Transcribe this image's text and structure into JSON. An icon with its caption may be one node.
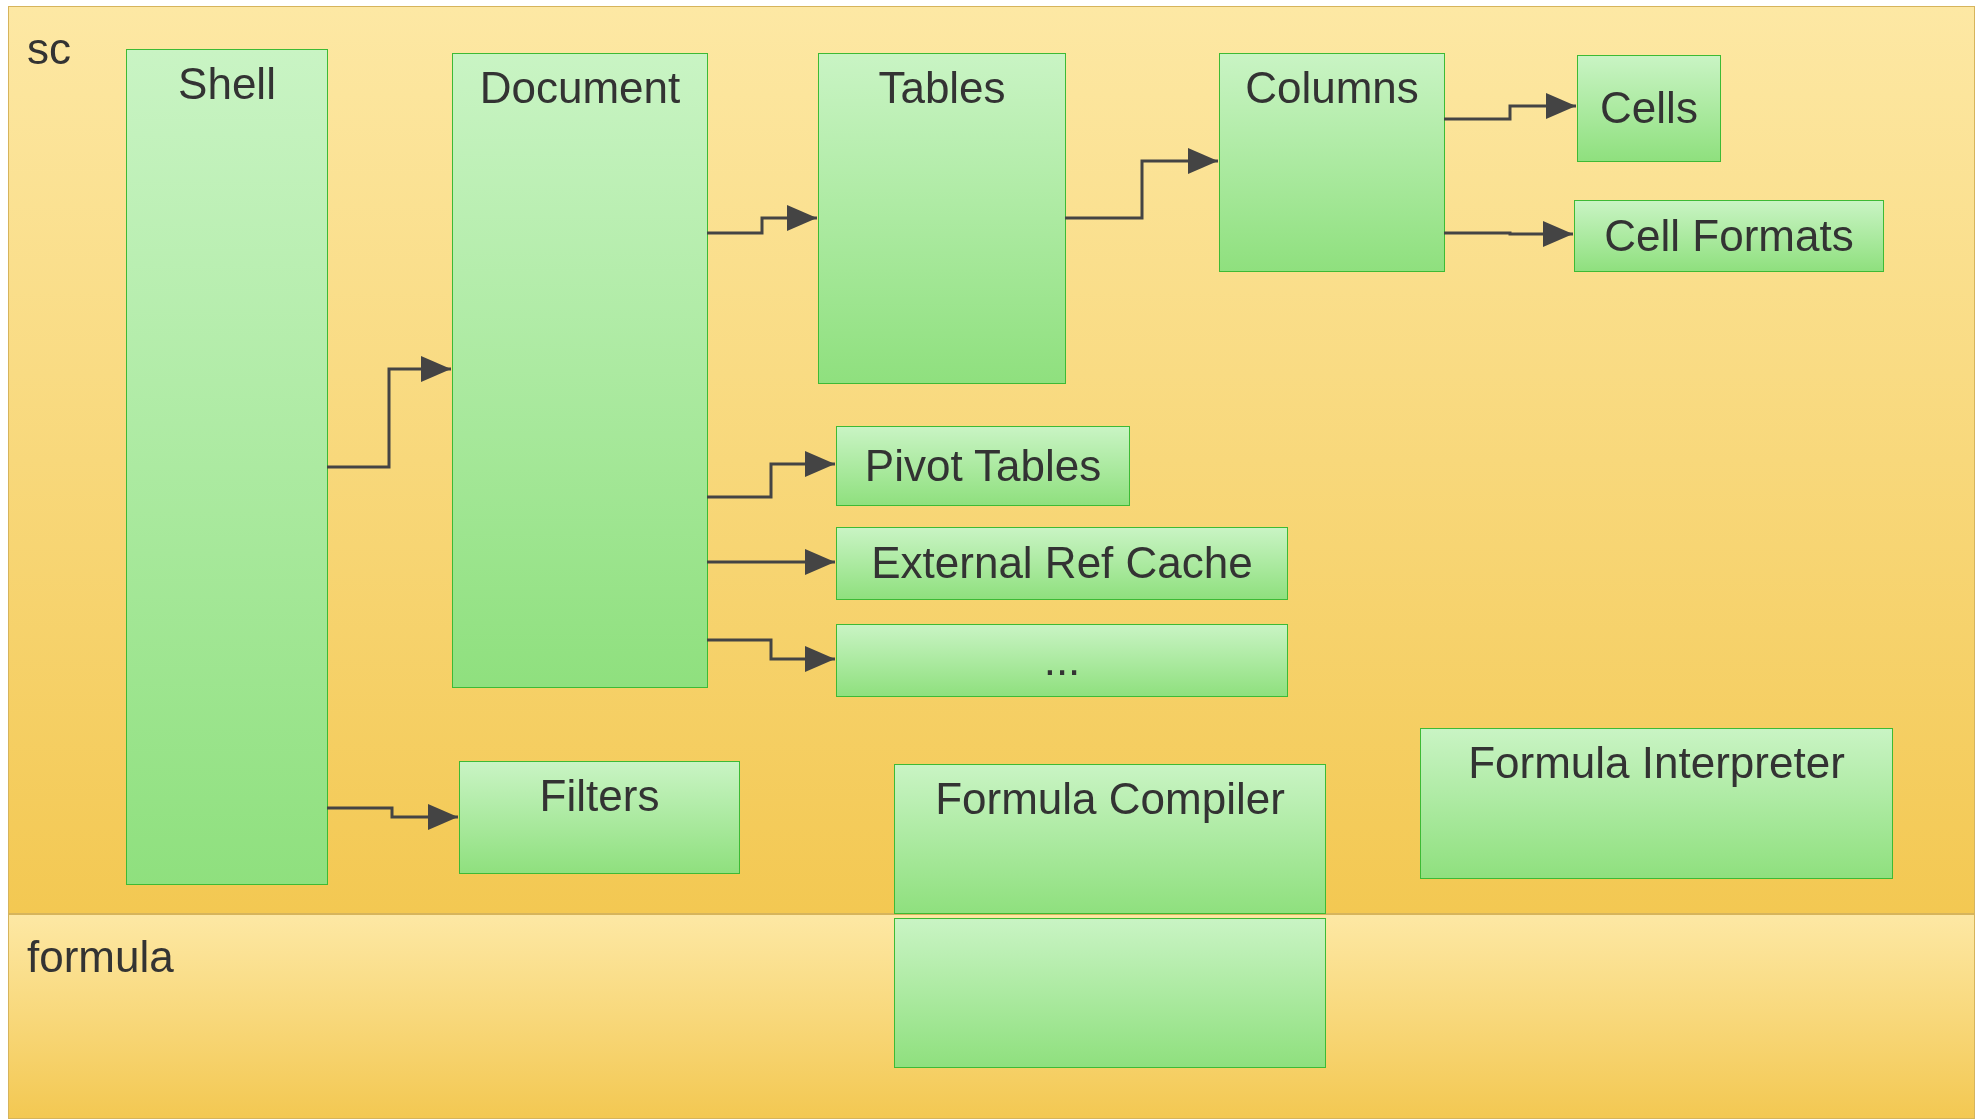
{
  "diagram": {
    "nodes": [
      {
        "text": [
          "sc"
        ]
      },
      {
        "text": [
          "formula"
        ]
      },
      {
        "text": [
          "Shell"
        ],
        "in": 0
      },
      {
        "text": [
          "Document"
        ],
        "in": 0
      },
      {
        "text": [
          "Tables"
        ],
        "in": 0
      },
      {
        "text": [
          "Columns"
        ],
        "in": 0
      },
      {
        "text": [
          "Cells"
        ],
        "in": 0
      },
      {
        "text": [
          "Cell Formats"
        ],
        "in": 0
      },
      {
        "text": [
          "Pivot Tables"
        ],
        "in": 0
      },
      {
        "text": [
          "External Ref Cache"
        ],
        "in": 0
      },
      {
        "text": [
          "..."
        ],
        "in": 0
      },
      {
        "text": [
          "Filters"
        ],
        "in": 0
      },
      {
        "text": [
          "Formula Compiler"
        ],
        "in": 0
      },
      {
        "text": [
          "Formula Interpreter"
        ],
        "in": 0
      },
      {
        "text": [],
        "shape": "box",
        "in": 1
      }
    ],
    "edges": [
      {
        "from": 2,
        "to": 3,
        "arrow": "to"
      },
      {
        "from": 2,
        "to": 11,
        "arrow": "to"
      },
      {
        "from": 3,
        "to": 4,
        "arrow": "to"
      },
      {
        "from": 3,
        "to": 8,
        "arrow": "to"
      },
      {
        "from": 3,
        "to": 9,
        "arrow": "to"
      },
      {
        "from": 3,
        "to": 10,
        "arrow": "to"
      },
      {
        "from": 4,
        "to": 5,
        "arrow": "to"
      },
      {
        "from": 5,
        "to": 6,
        "arrow": "to"
      },
      {
        "from": 5,
        "to": 7,
        "arrow": "to"
      }
    ]
  }
}
